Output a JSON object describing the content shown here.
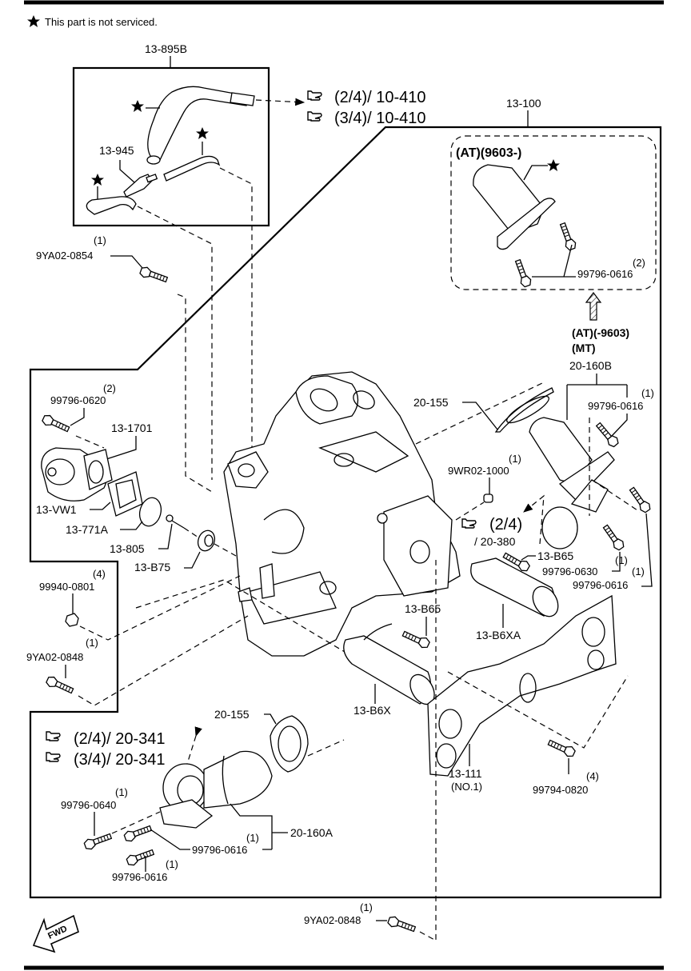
{
  "legend": {
    "star_note": "This part is not serviced.",
    "star_icon": "star-icon"
  },
  "fwd_arrow": {
    "label": "FWD"
  },
  "ref_icon": "pointing-hand-icon",
  "references": [
    {
      "id": "ref-10-410-a",
      "text": "(2/4)/ 10-410"
    },
    {
      "id": "ref-10-410-b",
      "text": "(3/4)/ 10-410"
    },
    {
      "id": "ref-20-380",
      "line1": "(2/4)",
      "line2": "/ 20-380"
    },
    {
      "id": "ref-20-341-a",
      "text": "(2/4)/ 20-341"
    },
    {
      "id": "ref-20-341-b",
      "text": "(3/4)/ 20-341"
    }
  ],
  "variants": {
    "at_new": "(AT)(9603-)",
    "at_old": "(AT)(-9603)",
    "mt": "(MT)"
  },
  "parts": {
    "p13_895B": {
      "number": "13-895B"
    },
    "p13_945": {
      "number": "13-945"
    },
    "p13_100": {
      "number": "13-100"
    },
    "p9YA02_0854": {
      "number": "9YA02-0854",
      "qty": "(1)"
    },
    "p99796_0616_at": {
      "number": "99796-0616",
      "qty": "(2)"
    },
    "p20_160B": {
      "number": "20-160B"
    },
    "p99796_0616_b1": {
      "number": "99796-0616",
      "qty": "(1)"
    },
    "p20_155_upper": {
      "number": "20-155"
    },
    "p99796_0620": {
      "number": "99796-0620",
      "qty": "(2)"
    },
    "p13_1701": {
      "number": "13-1701"
    },
    "p13_VW1": {
      "number": "13-VW1"
    },
    "p13_771A": {
      "number": "13-771A"
    },
    "p13_805": {
      "number": "13-805"
    },
    "p13_B75": {
      "number": "13-B75"
    },
    "p9WR02_1000": {
      "number": "9WR02-1000",
      "qty": "(1)"
    },
    "p13_B65_a": {
      "number": "13-B65"
    },
    "p99796_0630": {
      "number": "99796-0630",
      "qty": "(1)"
    },
    "p99796_0616_b2": {
      "number": "99796-0616",
      "qty": "(1)"
    },
    "p99940_0801": {
      "number": "99940-0801",
      "qty": "(4)"
    },
    "p9YA02_0848_a": {
      "number": "9YA02-0848",
      "qty": "(1)"
    },
    "p13_B65_b": {
      "number": "13-B65"
    },
    "p13_B6XA": {
      "number": "13-B6XA"
    },
    "p13_B6X": {
      "number": "13-B6X"
    },
    "p20_155_lower": {
      "number": "20-155"
    },
    "p13_111": {
      "number": "13-111",
      "note": "(NO.1)"
    },
    "p99794_0820": {
      "number": "99794-0820",
      "qty": "(4)"
    },
    "p99796_0640": {
      "number": "99796-0640",
      "qty": "(1)"
    },
    "p20_160A": {
      "number": "20-160A"
    },
    "p99796_0616_a1": {
      "number": "99796-0616",
      "qty": "(1)"
    },
    "p99796_0616_a2": {
      "number": "99796-0616",
      "qty": "(1)"
    },
    "p9YA02_0848_b": {
      "number": "9YA02-0848",
      "qty": "(1)"
    }
  }
}
